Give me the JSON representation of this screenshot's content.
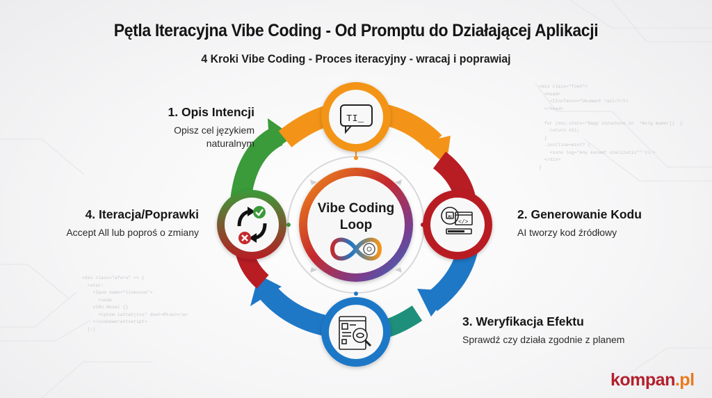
{
  "header": {
    "title": "Pętla Iteracyjna Vibe Coding - Od Promptu do Działającej Aplikacji",
    "subtitle": "4 Kroki Vibe Coding - Proces iteracyjny - wracaj i poprawiaj"
  },
  "center": {
    "title_line1": "Vibe Coding",
    "title_line2": "Loop",
    "icon": "infinity-ai-brain-icon"
  },
  "steps": [
    {
      "title": "1. Opis Intencji",
      "desc_line1": "Opisz cel językiem",
      "desc_line2": "naturalnym",
      "icon": "chat-prompt-icon",
      "color": "#f39419"
    },
    {
      "title": "2. Generowanie Kodu",
      "desc": "AI tworzy kod źródłowy",
      "icon": "ai-brain-code-icon",
      "color": "#b81d24"
    },
    {
      "title": "3. Weryfikacja Efektu",
      "desc": "Sprawdź czy działa zgodnie z planem",
      "icon": "document-inspect-icon",
      "color": "#1f78c6"
    },
    {
      "title": "4. Iteracja/Poprawki",
      "desc": "Accept All lub poproś o zmiany",
      "icon": "refresh-accept-reject-icon",
      "color": "#3b9a3a"
    }
  ],
  "colors": {
    "orange": "#f39419",
    "red": "#b81d24",
    "blue": "#1f78c6",
    "green": "#3b9a3a",
    "teal": "#1e8f7a"
  },
  "brand": {
    "name": "kompan",
    "tld": ".pl"
  },
  "background_code": {
    "top_right": [
      "<div class=\"foen\">",
      "  <head>",
      "    <IInoTanso=\"Ukumant *anl/Y/t>",
      "  </head>",
      "",
      "  for (dsc.stats=\"$app inzuchove in  *Axlg mumer])  {",
      "    return #21;",
      "  }",
      "  .inctline=mint? {",
      "    <ssno log=\"ény kenamt ozalizatis\"\"'1l/>",
      "  </div>",
      "}"
    ],
    "bottom_left": [
      "<div class=\"aforu\" => {",
      "  retur:",
      "    <Ipoo name=\"linecooe\">",
      "      rueda",
      "    viRn.Nosal {}",
      "      <tptem.iattat(tvs\" doet=Mtoo></a>",
      "    </coanewerantseript>",
      "  }:("
    ]
  }
}
